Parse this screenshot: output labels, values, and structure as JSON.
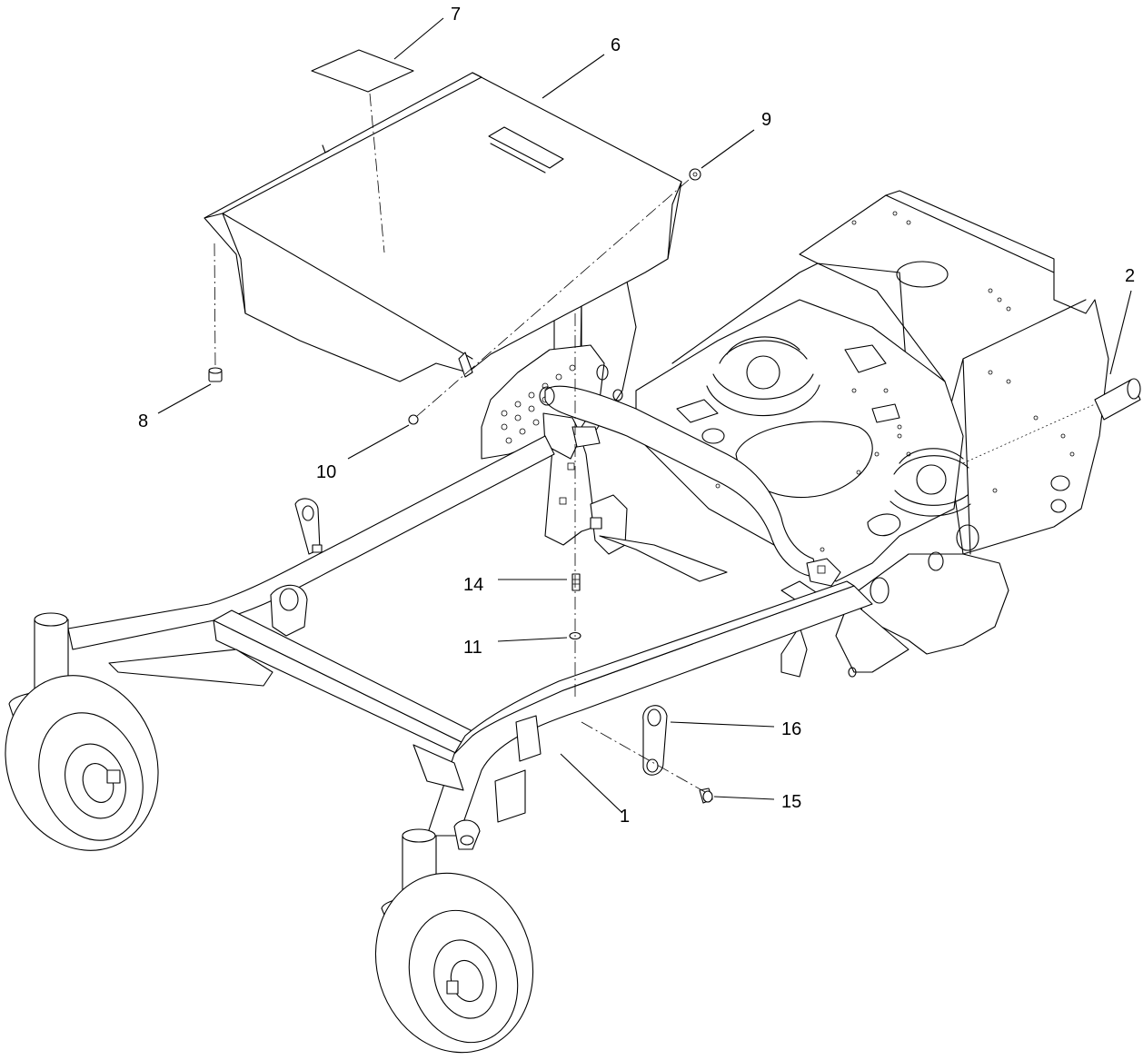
{
  "callouts": {
    "c1": "1",
    "c2": "2",
    "c6": "6",
    "c7": "7",
    "c8": "8",
    "c9": "9",
    "c10": "10",
    "c11": "11",
    "c14": "14",
    "c15": "15",
    "c16": "16"
  }
}
